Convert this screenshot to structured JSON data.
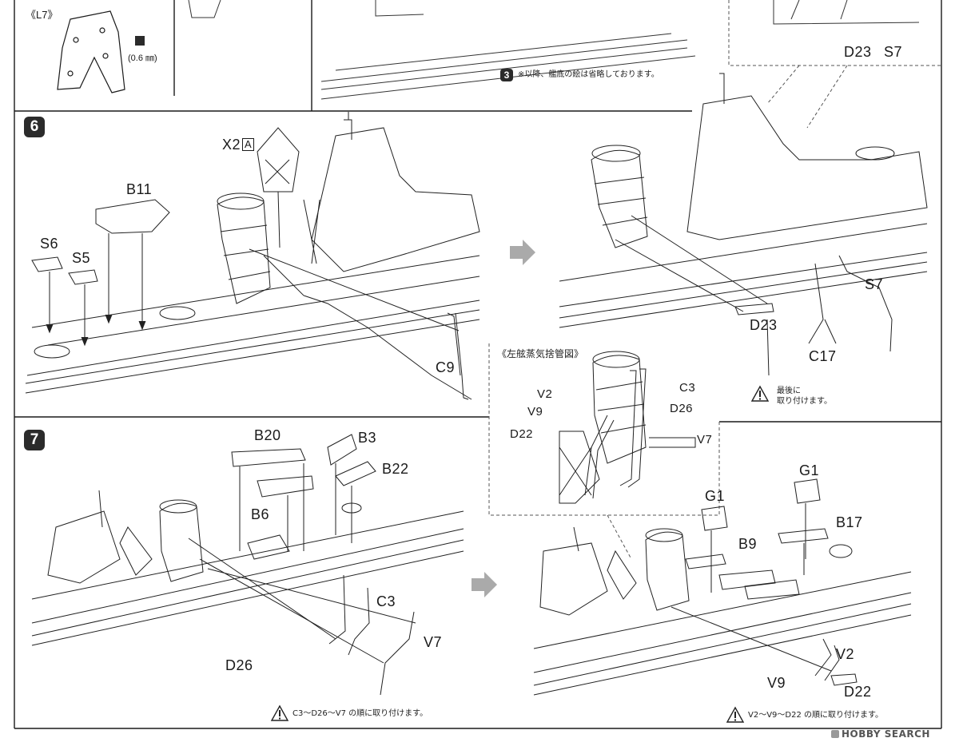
{
  "top_partial": {
    "inset_label": "《L7》",
    "drill_size": "(0.6 ㎜)",
    "step3_badge": "3",
    "step3_note": "※以降、艦底の絵は省略しております。",
    "corner_labels": [
      "D23",
      "S7"
    ]
  },
  "step6": {
    "badge": "6",
    "left_labels": {
      "x2": "X2",
      "x2_box": "A",
      "b11": "B11",
      "s6": "S6",
      "s5": "S5",
      "c9": "C9"
    },
    "right_labels": {
      "s7": "S7",
      "d23": "D23",
      "c17": "C17"
    },
    "warning_text_line1": "最後に",
    "warning_text_line2": "取り付けます。"
  },
  "inset": {
    "title": "《左舷蒸気捨管図》",
    "labels": [
      "V2",
      "V9",
      "D22",
      "C3",
      "D26",
      "V7"
    ]
  },
  "step7": {
    "badge": "7",
    "left_labels": {
      "b20": "B20",
      "b3": "B3",
      "b22": "B22",
      "b6": "B6",
      "c3": "C3",
      "d26": "D26",
      "v7": "V7"
    },
    "left_note": "C3〜D26〜V7 の順に取り付けます。",
    "right_labels": {
      "g1a": "G1",
      "g1b": "G1",
      "b17": "B17",
      "b9": "B9",
      "v2": "V2",
      "v9": "V9",
      "d22": "D22"
    },
    "right_note": "V2〜V9〜D22 の順に取り付けます。"
  },
  "watermark": "HOBBY SEARCH"
}
